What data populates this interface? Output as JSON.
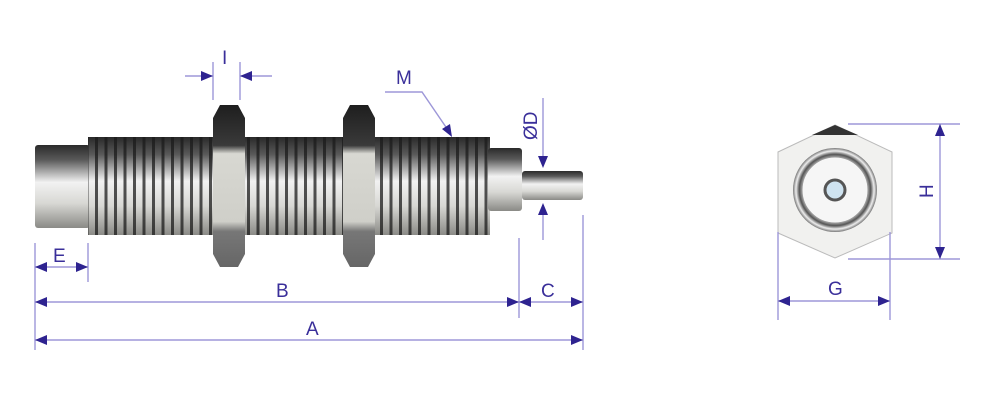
{
  "title": "Shock absorber dimension drawing",
  "labels": {
    "A": "A",
    "B": "B",
    "C": "C",
    "D": "ØD",
    "E": "E",
    "G": "G",
    "H": "H",
    "I": "I",
    "M": "M"
  },
  "colors": {
    "dimension_line": "#9d97d8",
    "arrow": "#2e2390",
    "text": "#3a2f9a"
  }
}
